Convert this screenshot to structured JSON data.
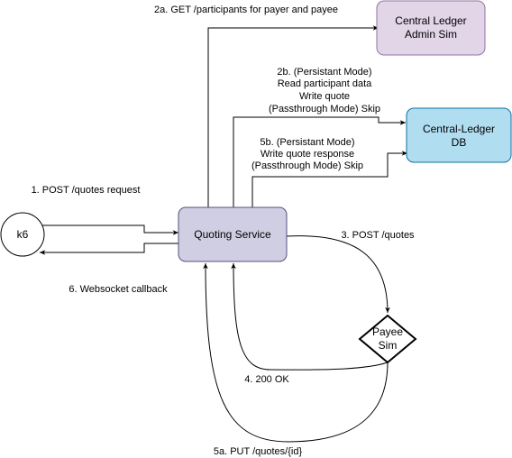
{
  "colors": {
    "admin_sim_fill": "#e1d5e7",
    "admin_sim_stroke": "#9673a6",
    "db_fill": "#b1ddf0",
    "db_stroke": "#10739e",
    "service_fill": "#d0cee2",
    "service_stroke": "#56517e",
    "line": "#000000"
  },
  "nodes": {
    "k6": {
      "label": "k6",
      "shape": "circle"
    },
    "quoting_service": {
      "label": "Quoting Service",
      "shape": "rounded-rectangle"
    },
    "admin_sim": {
      "label_line1": "Central Ledger",
      "label_line2": "Admin Sim",
      "shape": "rounded-rectangle"
    },
    "central_ledger_db": {
      "label_line1": "Central-Ledger",
      "label_line2": "DB",
      "shape": "rounded-rectangle"
    },
    "payee_sim": {
      "label_line1": "Payee",
      "label_line2": "Sim",
      "shape": "diamond"
    }
  },
  "edges": {
    "e1": {
      "label": "1. POST /quotes request"
    },
    "e2a": {
      "label": "2a.  GET /participants for payer and payee"
    },
    "e2b": {
      "line1": "2b. (Persistant Mode)",
      "line2": "Read participant data",
      "line3": "Write quote",
      "line4": "(Passthrough Mode) Skip"
    },
    "e3": {
      "label": "3. POST /quotes"
    },
    "e4": {
      "label": "4. 200 OK"
    },
    "e5a": {
      "label": "5a. PUT /quotes/{id}"
    },
    "e5b": {
      "line1": "5b. (Persistant Mode)",
      "line2": "Write quote response",
      "line3": "(Passthrough Mode) Skip"
    },
    "e6": {
      "label": "6. Websocket callback"
    }
  }
}
